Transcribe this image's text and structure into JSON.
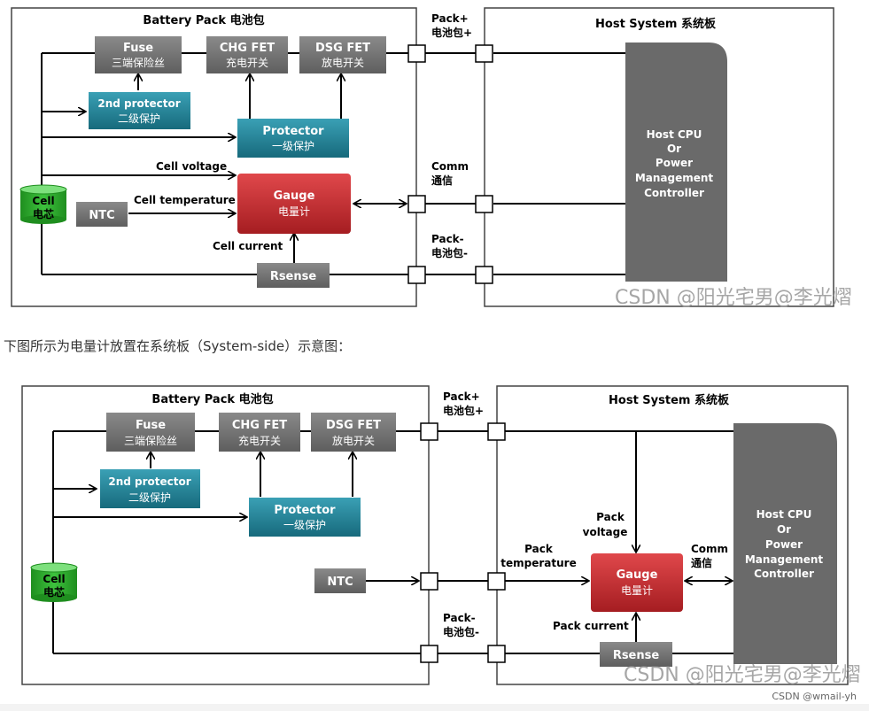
{
  "diagram1": {
    "battery_pack_title": "Battery Pack 电池包",
    "host_title": "Host System 系统板",
    "fuse": [
      "Fuse",
      "三端保险丝"
    ],
    "chg": [
      "CHG FET",
      "充电开关"
    ],
    "dsg": [
      "DSG FET",
      "放电开关"
    ],
    "protector2": [
      "2nd protector",
      "二级保护"
    ],
    "protector1": [
      "Protector",
      "一级保护"
    ],
    "gauge": [
      "Gauge",
      "电量计"
    ],
    "ntc": "NTC",
    "rsense": "Rsense",
    "cell": [
      "Cell",
      "电芯"
    ],
    "cell_voltage": "Cell voltage",
    "cell_temperature": "Cell temperature",
    "cell_current": "Cell current",
    "pack_plus": [
      "Pack+",
      "电池包+"
    ],
    "comm": [
      "Comm",
      "通信"
    ],
    "pack_minus": [
      "Pack-",
      "电池包-"
    ],
    "host_cpu": [
      "Host CPU",
      "Or",
      "Power",
      "Management",
      "Controller"
    ],
    "watermark": "CSDN @阳光宅男@李光熠"
  },
  "caption": "下图所示为电量计放置在系统板（System-side）示意图：",
  "diagram2": {
    "battery_pack_title": "Battery Pack 电池包",
    "host_title": "Host System 系统板",
    "fuse": [
      "Fuse",
      "三端保险丝"
    ],
    "chg": [
      "CHG FET",
      "充电开关"
    ],
    "dsg": [
      "DSG FET",
      "放电开关"
    ],
    "protector2": [
      "2nd protector",
      "二级保护"
    ],
    "protector1": [
      "Protector",
      "一级保护"
    ],
    "gauge": [
      "Gauge",
      "电量计"
    ],
    "ntc": "NTC",
    "rsense": "Rsense",
    "cell": [
      "Cell",
      "电芯"
    ],
    "pack_plus": [
      "Pack+",
      "电池包+"
    ],
    "pack_minus": [
      "Pack-",
      "电池包-"
    ],
    "pack_voltage": [
      "Pack",
      "voltage"
    ],
    "pack_temperature": [
      "Pack",
      "temperature"
    ],
    "pack_current": "Pack current",
    "comm": [
      "Comm",
      "通信"
    ],
    "host_cpu": [
      "Host CPU",
      "Or",
      "Power",
      "Management",
      "Controller"
    ],
    "watermark": "CSDN @阳光宅男@李光熠"
  },
  "footer": "CSDN @wmail-yh",
  "colors": {
    "gray_box": "#6d6d6d",
    "teal_box": "#1f7f93",
    "red_box": "#c0282c",
    "cell_green": "#2ea82e",
    "host_gray": "#6a6a6a"
  }
}
